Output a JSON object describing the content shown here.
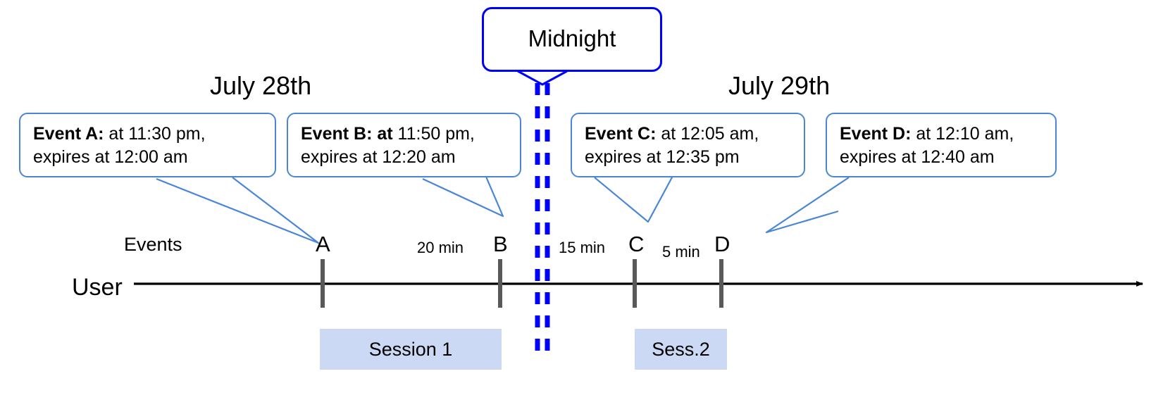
{
  "diagram": {
    "title": "Event expiry across midnight timeline",
    "colors": {
      "callout_border": "#4a86d8",
      "midnight_border": "#0000ff",
      "midnight_dash": "#0000ff",
      "session_fill": "#ccd9f5",
      "axis": "#000000",
      "tick": "#595959"
    },
    "dates": [
      {
        "id": "left",
        "label": "July 28th"
      },
      {
        "id": "right",
        "label": "July 29th"
      }
    ],
    "midnight": {
      "label": "Midnight"
    },
    "axis": {
      "row_label": "User",
      "events_label": "Events"
    },
    "events": [
      {
        "id": "A",
        "marker": "A",
        "bold": "Event A:",
        "line1_rest": " at 11:30 pm,",
        "line2": "expires at 12:00 am"
      },
      {
        "id": "B",
        "marker": "B",
        "bold": "Event B: at",
        "line1_rest": " 11:50 pm,",
        "line2": "expires at 12:20 am"
      },
      {
        "id": "C",
        "marker": "C",
        "bold": "Event C:",
        "line1_rest": " at 12:05 am,",
        "line2": "expires at 12:35 pm"
      },
      {
        "id": "D",
        "marker": "D",
        "bold": "Event D:",
        "line1_rest": "  at 12:10 am,",
        "line2": "expires at 12:40 am"
      }
    ],
    "gaps": [
      {
        "id": "ab",
        "label": "20 min"
      },
      {
        "id": "bc",
        "label": "15 min"
      },
      {
        "id": "cd",
        "label": "5 min"
      }
    ],
    "sessions": [
      {
        "id": "s1",
        "label": "Session 1"
      },
      {
        "id": "s2",
        "label": "Sess.2"
      }
    ]
  }
}
